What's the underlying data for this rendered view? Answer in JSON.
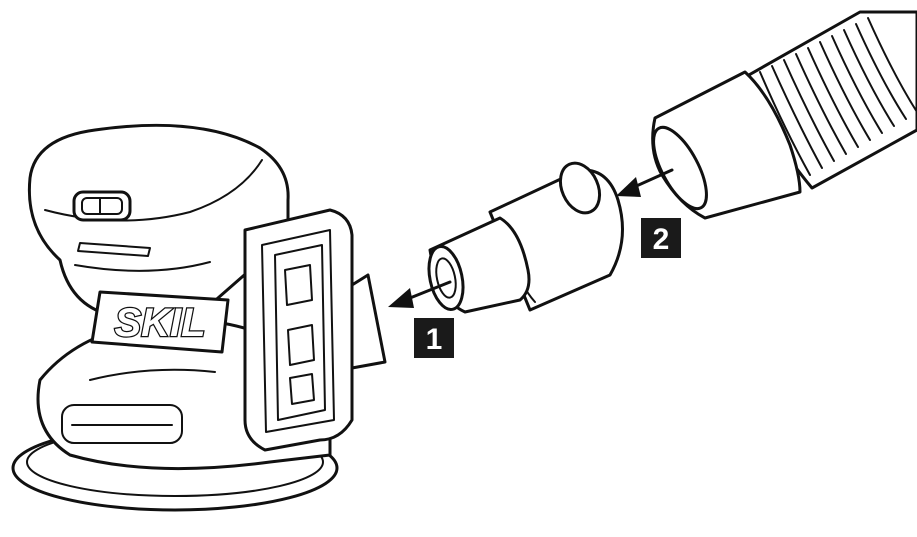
{
  "figure": {
    "brand_logo": "SKIL",
    "steps": [
      {
        "number": "1",
        "direction": "left"
      },
      {
        "number": "2",
        "direction": "left"
      }
    ],
    "icons": [
      "sander-tool",
      "dust-adapter",
      "vacuum-hose",
      "arrow-left-icon"
    ],
    "colors": {
      "line": "#111111",
      "background": "#ffffff",
      "badge": "#1a1a1a",
      "badge_text": "#ffffff"
    }
  }
}
